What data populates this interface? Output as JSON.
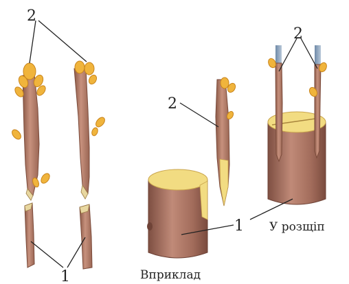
{
  "labels": {
    "n2_top_left": "2",
    "n2_mid": "2",
    "n2_top_right": "2",
    "n1_bottom_left": "1",
    "n1_mid": "1",
    "caption_vpryklad": "Вприклад",
    "caption_u_roztsip": "У розщіп"
  },
  "colors": {
    "bark": "#b98470",
    "bark_dark": "#8c5a48",
    "bark_light": "#d4a89a",
    "bud": "#f0b43c",
    "bud_dark": "#c8841c",
    "cut": "#f2dc82",
    "cut_rim": "#c9a44c",
    "stock": "#b07a68",
    "stock_dark": "#87574a",
    "stock_light": "#c9998a",
    "line": "#222222",
    "wedge": "#d9bfb4"
  },
  "icons": {
    "bud": "bud-icon",
    "stem": "stem-icon"
  }
}
